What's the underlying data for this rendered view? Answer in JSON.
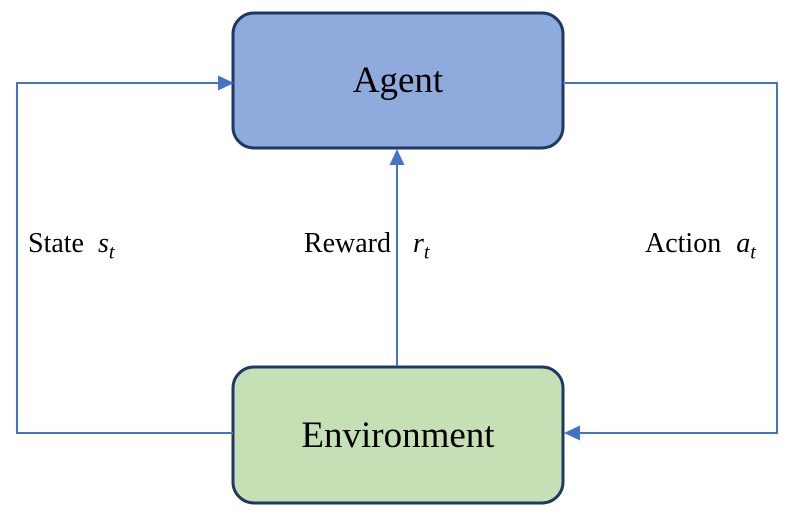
{
  "diagram": {
    "type": "flow-loop",
    "topic": "reinforcement learning agent-environment loop",
    "nodes": {
      "agent": {
        "label": "Agent"
      },
      "environment": {
        "label": "Environment"
      }
    },
    "edges": {
      "state": {
        "label": "State",
        "symbol": "s",
        "subscript": "t",
        "from": "Environment",
        "to": "Agent"
      },
      "reward": {
        "label": "Reward",
        "symbol": "r",
        "subscript": "t",
        "from": "Environment",
        "to": "Agent"
      },
      "action": {
        "label": "Action",
        "symbol": "a",
        "subscript": "t",
        "from": "Agent",
        "to": "Environment"
      }
    },
    "colors": {
      "agent_fill": "#8FAADC",
      "agent_border": "#1F3864",
      "environment_fill": "#C5E0B4",
      "environment_border": "#1F3864",
      "arrow": "#4472C4",
      "text": "#000000",
      "background": "#FFFFFF"
    }
  }
}
